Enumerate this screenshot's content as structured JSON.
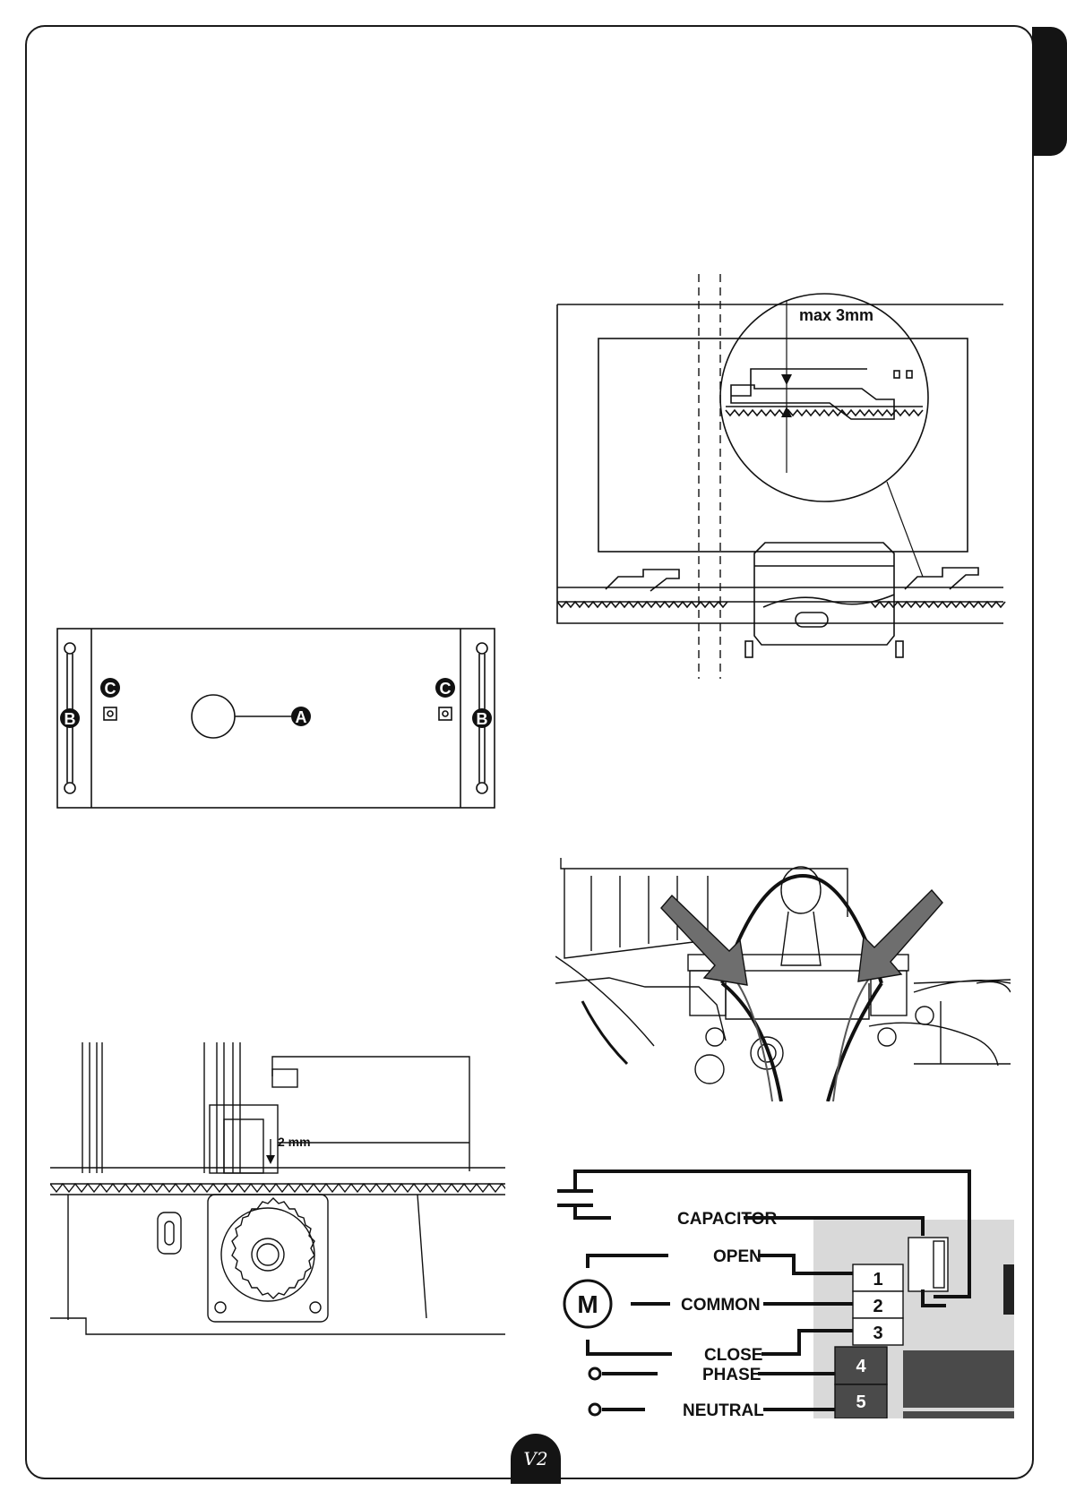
{
  "fig_gap": {
    "label": "max 3mm"
  },
  "fig_plate": {
    "labels": {
      "a": "A",
      "b": "B",
      "c": "C"
    }
  },
  "fig_pinion": {
    "label": "2 mm"
  },
  "fig_wiring": {
    "capacitor": "CAPACITOR",
    "open": "OPEN",
    "common": "COMMON",
    "close": "CLOSE",
    "phase": "PHASE",
    "neutral": "NEUTRAL",
    "motor": "M",
    "terminals": [
      "1",
      "2",
      "3",
      "4",
      "5"
    ]
  },
  "logo": {
    "text": "V2"
  },
  "colors": {
    "ink": "#141414",
    "arrow": "#6e6e6e",
    "panel": "#d9d9d9",
    "terminal_dark": "#4a4a4a"
  },
  "icons": {
    "page_tab": "section-tab",
    "brand": "v2-logo"
  }
}
